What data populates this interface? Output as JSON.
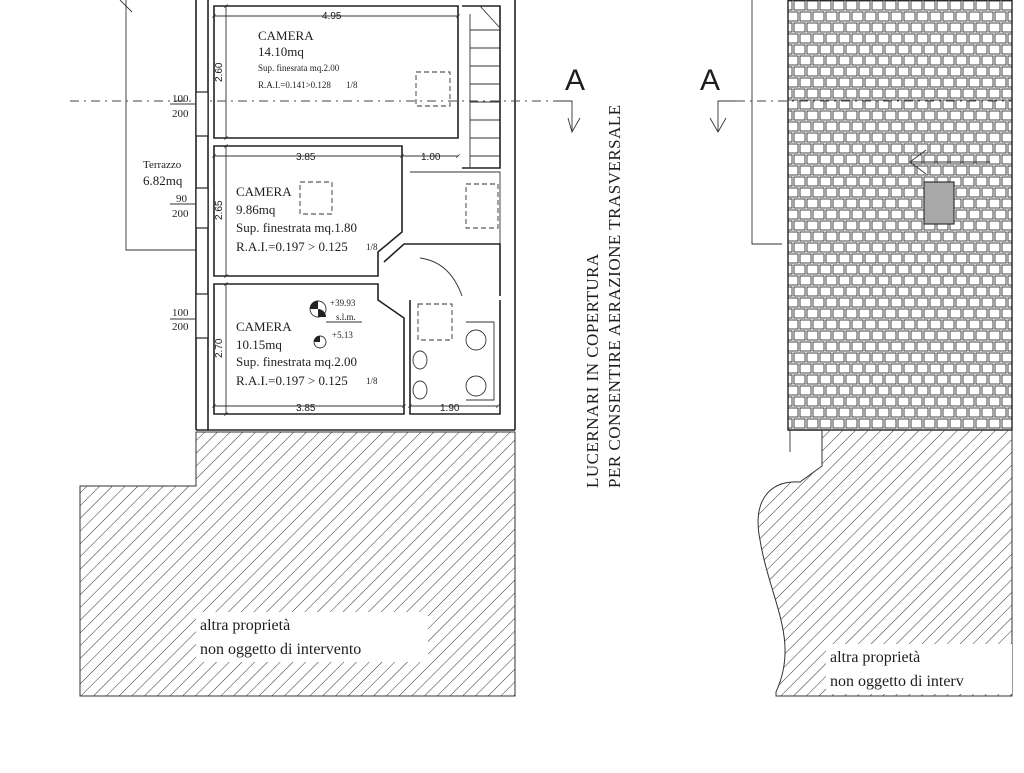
{
  "plan": {
    "rooms": [
      {
        "name": "CAMERA",
        "area": "14.10mq",
        "window": "Sup. finesrata mq.2.00",
        "rai": "R.A.I.=0.141>0.128",
        "rai_frac": "1/8"
      },
      {
        "name": "CAMERA",
        "area": "9.86mq",
        "window": "Sup. finestrata mq.1.80",
        "rai": "R.A.I.=0.197 > 0.125",
        "rai_frac": "1/8"
      },
      {
        "name": "CAMERA",
        "area": "10.15mq",
        "window": "Sup. finestrata mq.2.00",
        "rai": "R.A.I.=0.197 > 0.125",
        "rai_frac": "1/8"
      }
    ],
    "terrace": {
      "name": "Terrazzo",
      "area": "6.82mq"
    },
    "dimensions": {
      "top_width": "4.95",
      "mid_width": "3.85",
      "mid_right": "1.00",
      "bottom_width": "3.85",
      "bottom_right": "1.90",
      "room1_height": "2.60",
      "room2_height": "2.65",
      "room3_height": "2.70"
    },
    "window_fractions": [
      {
        "top": "100",
        "bottom": "200"
      },
      {
        "top": "90",
        "bottom": "200"
      },
      {
        "top": "100",
        "bottom": "200"
      }
    ],
    "elevations": {
      "upper": "+39.93",
      "ref": "s.l.m.",
      "lower": "+5.13"
    },
    "section_marks": {
      "left": "A",
      "right": "A"
    },
    "skylight_note": [
      "LUCERNARI IN COPERTURA",
      "PER CONSENTIRE AERAZIONE TRASVERSALE"
    ],
    "other_property_left": [
      "altra proprietà",
      "non oggetto di intervento"
    ],
    "other_property_right": [
      "altra proprietà",
      "non oggetto di interv"
    ]
  },
  "colors": {
    "ink": "#222222",
    "skylight_fill": "#a8a8a8",
    "paper": "#ffffff"
  }
}
